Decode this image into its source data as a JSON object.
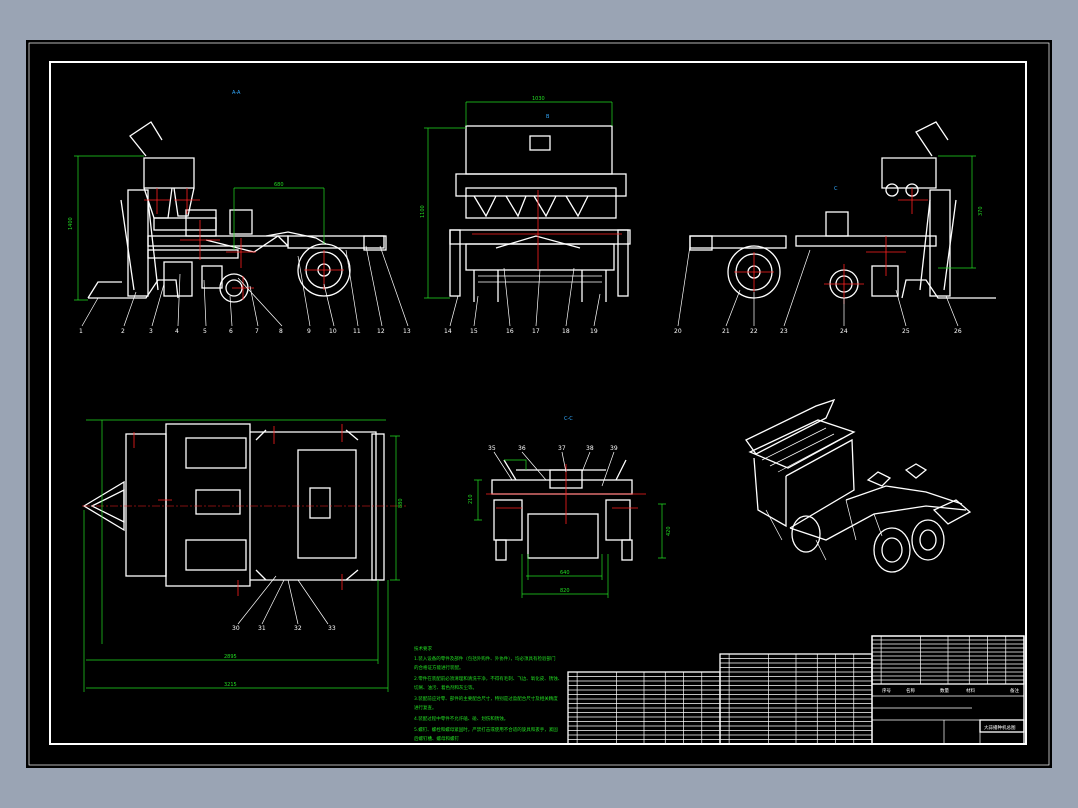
{
  "drawing": {
    "view_labels": {
      "a": "A-A",
      "b": "B",
      "c": "C",
      "cc": "C-C"
    },
    "front_view": {
      "callouts": [
        "1",
        "2",
        "3",
        "4",
        "5",
        "6",
        "7",
        "8",
        "9",
        "10",
        "11",
        "12",
        "13"
      ],
      "dims": {
        "height": "1400",
        "length": "680"
      }
    },
    "side_view": {
      "callouts": [
        "14",
        "15",
        "16",
        "17",
        "18",
        "19"
      ],
      "dims": {
        "width": "1030",
        "height": "1100"
      }
    },
    "rear_view": {
      "callouts": [
        "20",
        "21",
        "22",
        "23",
        "24",
        "25",
        "26"
      ],
      "dims": {
        "height": "370"
      }
    },
    "top_view": {
      "callouts": [
        "30",
        "31",
        "32",
        "33"
      ],
      "dims": {
        "overall": "3215",
        "length": "2895",
        "width": "880"
      }
    },
    "section_view": {
      "callouts": [
        "35",
        "36",
        "37",
        "38",
        "39"
      ],
      "dims": {
        "a": "820",
        "b": "640",
        "c": "420",
        "d": "210"
      }
    },
    "notes": {
      "title": "技术要求",
      "lines": [
        "1.装入设备的零件及部件（包括外购件、外协件），均必须具有检验部门",
        "  的合格证方能进行装配。",
        "2.零件在装配前必须清理和清洗干净，不得有毛刺、飞边、氧化皮、锈蚀、",
        "  切屑、油污、着色剂和灰尘等。",
        "3.装配前应对零、部件的主要配合尺寸，特别是过盈配合尺寸及相关精度",
        "  进行复查。",
        "4.装配过程中零件不允许磕、碰、划伤和锈蚀。",
        "5.螺钉、螺栓和螺母紧固时，严禁打击或使用不合适的旋具和扳手，紧固",
        "  后螺钉槽、螺母和螺钉"
      ]
    },
    "title_block": {
      "name": "大蒜播种机总图",
      "headers": [
        "序号",
        "名称",
        "数量",
        "材料",
        "备注"
      ]
    }
  }
}
